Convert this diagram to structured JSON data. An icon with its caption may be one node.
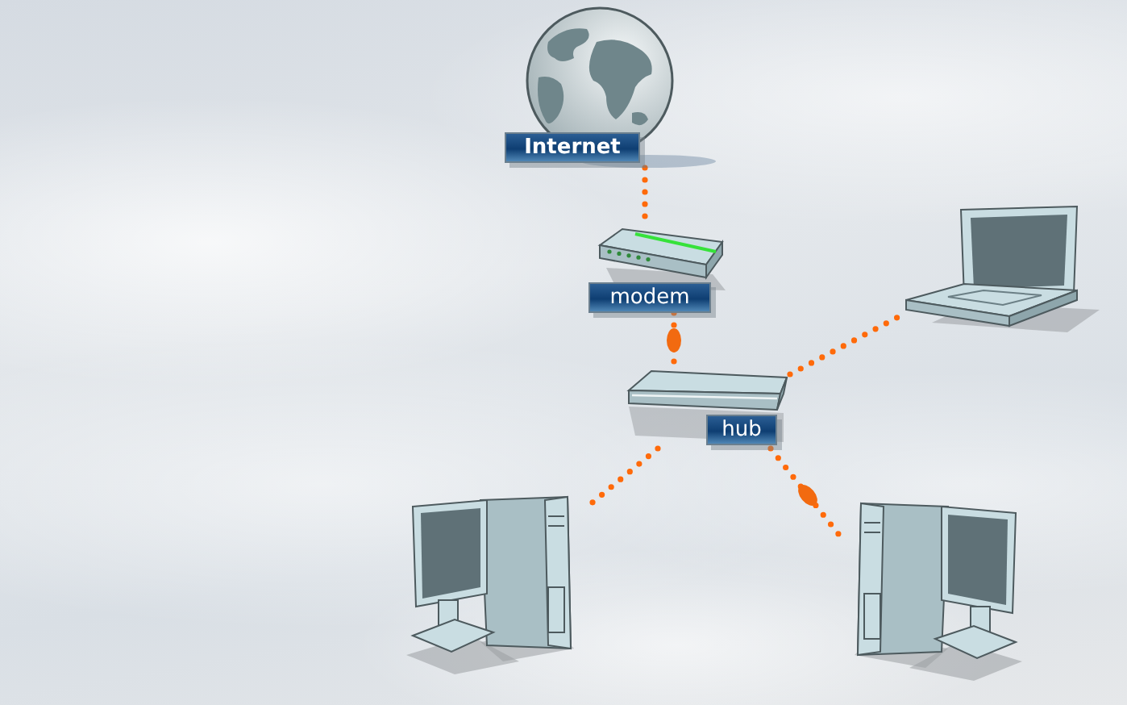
{
  "diagram": {
    "nodes": [
      {
        "text": [
          "Internet"
        ]
      },
      {
        "text": [
          "modem"
        ]
      },
      {
        "text": [
          "hub"
        ]
      },
      {
        "text": [],
        "shape": "picture"
      },
      {
        "text": [],
        "shape": "picture"
      },
      {
        "text": [],
        "shape": "picture"
      }
    ],
    "edges": [
      {
        "from": 0,
        "to": 1,
        "arrow": "none",
        "style": "dashed"
      },
      {
        "from": 1,
        "to": 2,
        "arrow": "none",
        "style": "dashed"
      },
      {
        "from": 2,
        "to": 3,
        "arrow": "none",
        "style": "dashed"
      },
      {
        "from": 2,
        "to": 4,
        "arrow": "none",
        "style": "dashed"
      },
      {
        "from": 2,
        "to": 5,
        "arrow": "none",
        "style": "dashed"
      }
    ]
  }
}
